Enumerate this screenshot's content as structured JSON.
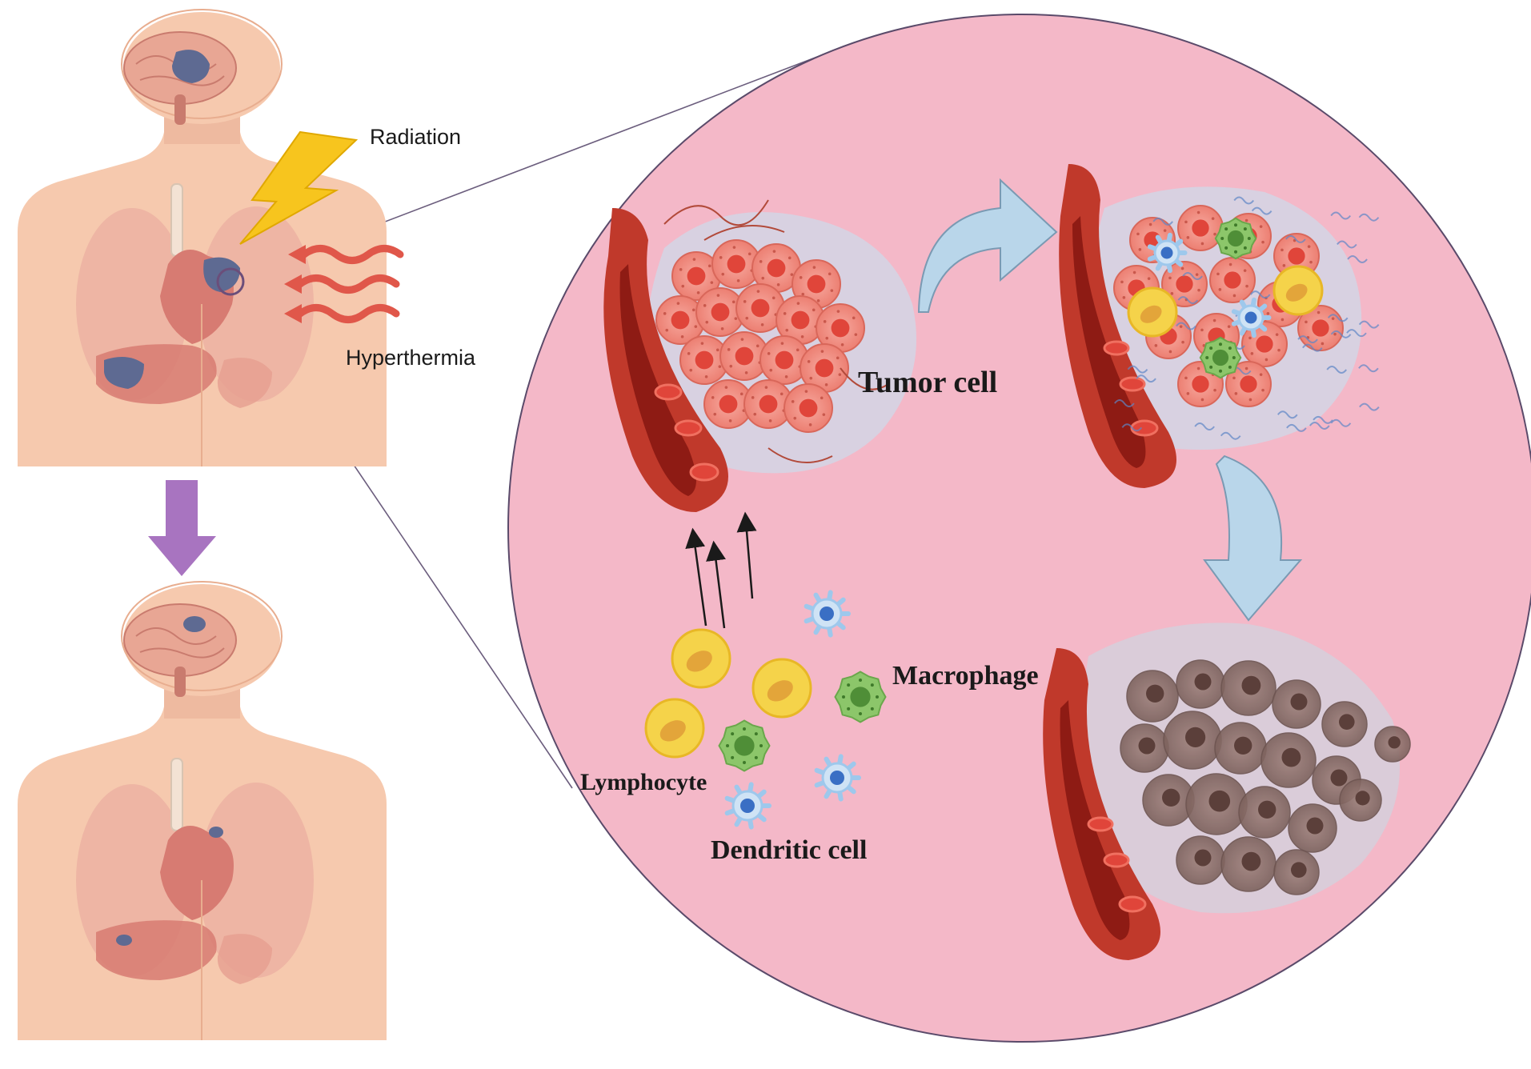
{
  "labels": {
    "radiation": "Radiation",
    "hyperthermia": "Hyperthermia",
    "tumor_cell": "Tumor cell",
    "macrophage": "Macrophage",
    "lymphocyte": "Lymphocyte",
    "dendritic_cell": "Dendritic cell"
  },
  "colors": {
    "skin": "#f6c9ae",
    "skin_dark": "#e8ad8f",
    "circle_bg": "#f4b8c8",
    "circle_stroke": "#6a4a7a",
    "radiation": "#f7c51e",
    "heat_waves": "#e0574a",
    "down_arrow": "#a874c0",
    "curved_arrow": "#b9d6ea",
    "vessel": "#c0392b",
    "vessel_inner": "#8e1b14",
    "tumor_cell": "#f08a7e",
    "tumor_nucleus": "#e0453a",
    "lymphocyte": "#f5d34a",
    "macrophage": "#8cc66a",
    "dendritic": "#9ec8ec",
    "dead_cell": "#8c6e6a"
  },
  "icons": {
    "upper_body": "upper-body-with-tumors-icon",
    "lower_body": "upper-body-after-treatment-icon",
    "lightning": "lightning-bolt-icon",
    "heat": "heat-wave-icon"
  }
}
